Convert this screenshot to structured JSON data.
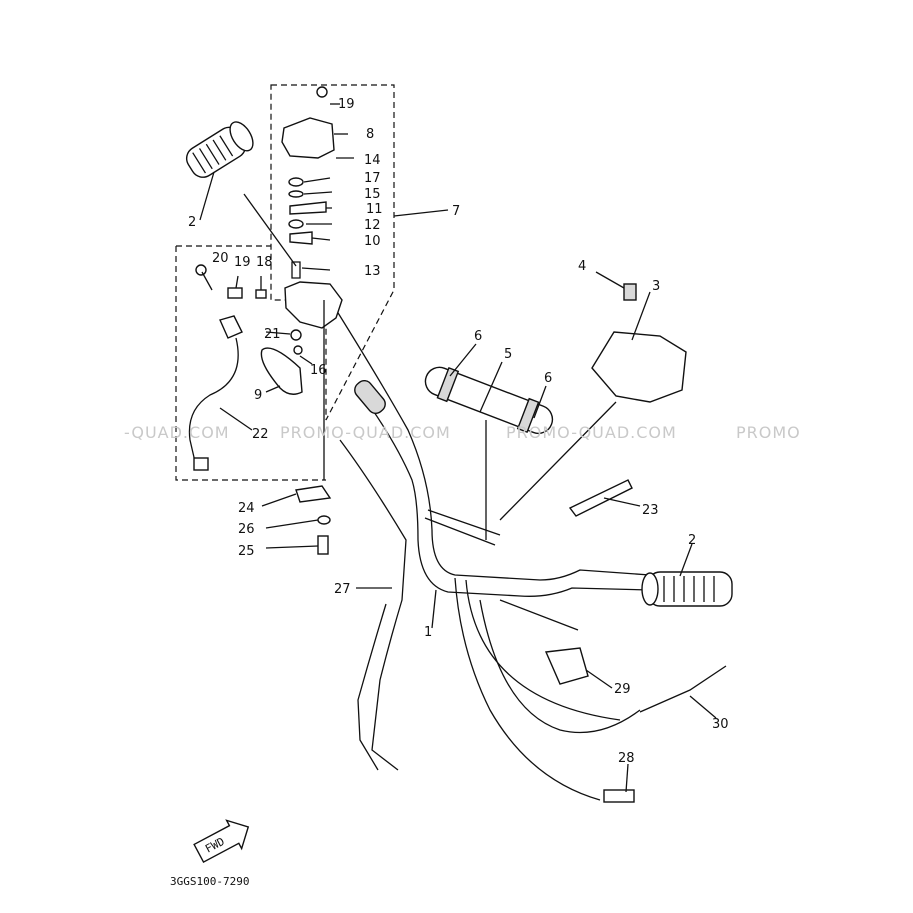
{
  "diagram": {
    "callouts": [
      "19",
      "8",
      "14",
      "17",
      "15",
      "11",
      "12",
      "10",
      "7",
      "13",
      "2",
      "20",
      "19",
      "18",
      "21",
      "16",
      "9",
      "22",
      "4",
      "3",
      "6",
      "5",
      "6",
      "24",
      "26",
      "25",
      "23",
      "2",
      "27",
      "1",
      "29",
      "30",
      "28"
    ],
    "watermarks": [
      "-QUAD.COM",
      "PROMO-QUAD.COM",
      "PROMO-QUAD.COM",
      "PROMO"
    ],
    "drawing_code": "3GGS100-7290",
    "fwd_label": "FWD"
  }
}
